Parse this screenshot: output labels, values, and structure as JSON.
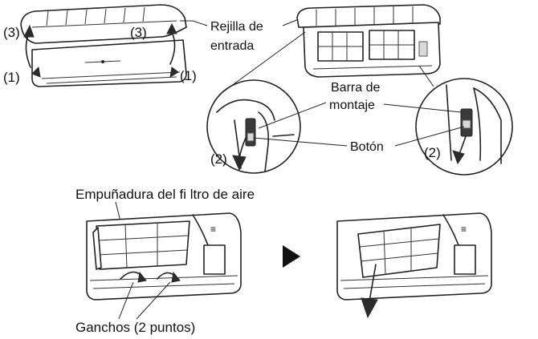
{
  "labels": {
    "step1": "(1)",
    "step2": "(2)",
    "step3": "(3)",
    "inlet_grille": [
      "Rejilla de",
      "entrada"
    ],
    "mounting_bar": [
      "Barra de",
      "montaje"
    ],
    "button": "Botón",
    "filter_handle": "Empuñadura del fi ltro de aire",
    "hooks": "Ganchos (2 puntos)"
  },
  "colors": {
    "line": "#222222",
    "arrow": "#2b2b2b",
    "shade": "#d9d9d9"
  },
  "icons": {
    "next_step": "play-triangle-icon"
  }
}
